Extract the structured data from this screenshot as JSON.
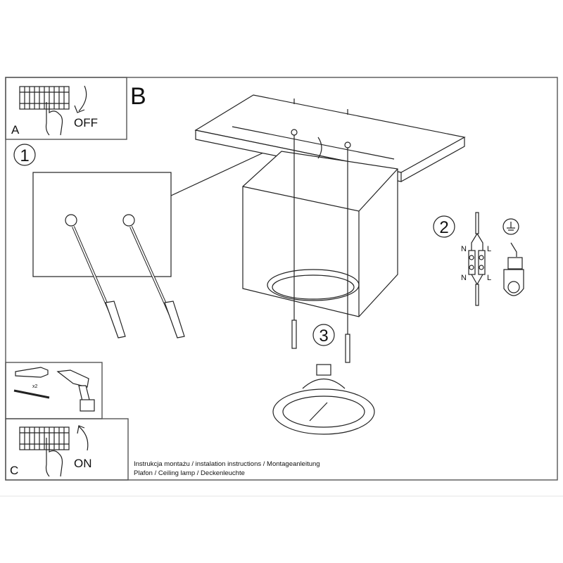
{
  "panels": {
    "a": {
      "label": "A",
      "action": "OFF"
    },
    "b": {
      "label": "B"
    },
    "c": {
      "label": "C",
      "action": "ON"
    },
    "kit": {
      "quantity": "x2"
    }
  },
  "steps": {
    "s1": "1",
    "s2": "2",
    "s3": "3"
  },
  "wiring": {
    "n_top": "N",
    "l_top": "L",
    "n_bottom": "N",
    "l_bottom": "L"
  },
  "caption": {
    "line1": "Instrukcja montażu / instalation instructions / Montageanleitung",
    "line2": "Plafon / Ceiling lamp / Deckenleuchte"
  }
}
